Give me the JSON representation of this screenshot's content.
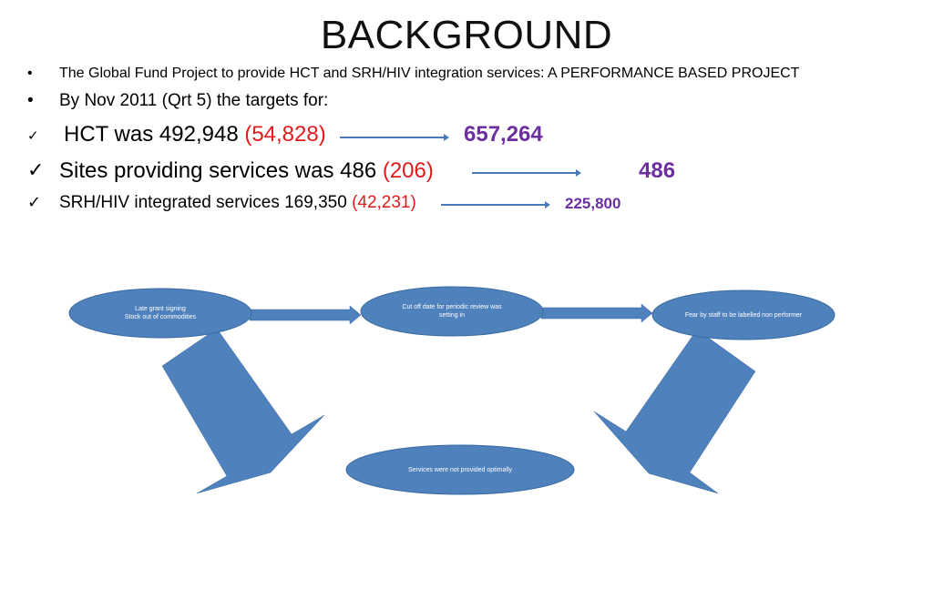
{
  "slide": {
    "title": "BACKGROUND",
    "bullets": [
      {
        "marker": "•",
        "text": "The Global  Fund Project to provide HCT and SRH/HIV integration services: A PERFORMANCE BASED PROJECT"
      },
      {
        "marker": "•",
        "text": "By Nov 2011 (Qrt 5) the targets for:"
      }
    ],
    "targets": [
      {
        "marker": "✓",
        "label": "HCT was 492,948 ",
        "achieved": "(54,828)",
        "target": "657,264"
      },
      {
        "marker": "✓",
        "label": "Sites providing services was 486 ",
        "achieved": "(206)",
        "target": "486"
      },
      {
        "marker": "✓",
        "label": "SRH/HIV integrated services 169,350 ",
        "achieved": "(42,231)",
        "target": "225,800"
      }
    ]
  },
  "diagram": {
    "nodes": {
      "n1_line1": "Late grant signing",
      "n1_line2": "Stock out of commodities",
      "n2_line1": "Cut off date for periodic review was",
      "n2_line2": "setting in",
      "n3": "Fear by staff to be labelled non performer",
      "n4": "Services were not provided optimally"
    }
  },
  "colors": {
    "accent_red": "#e01b1b",
    "accent_purple": "#6d2fa0",
    "shape_blue": "#4f81bd"
  }
}
